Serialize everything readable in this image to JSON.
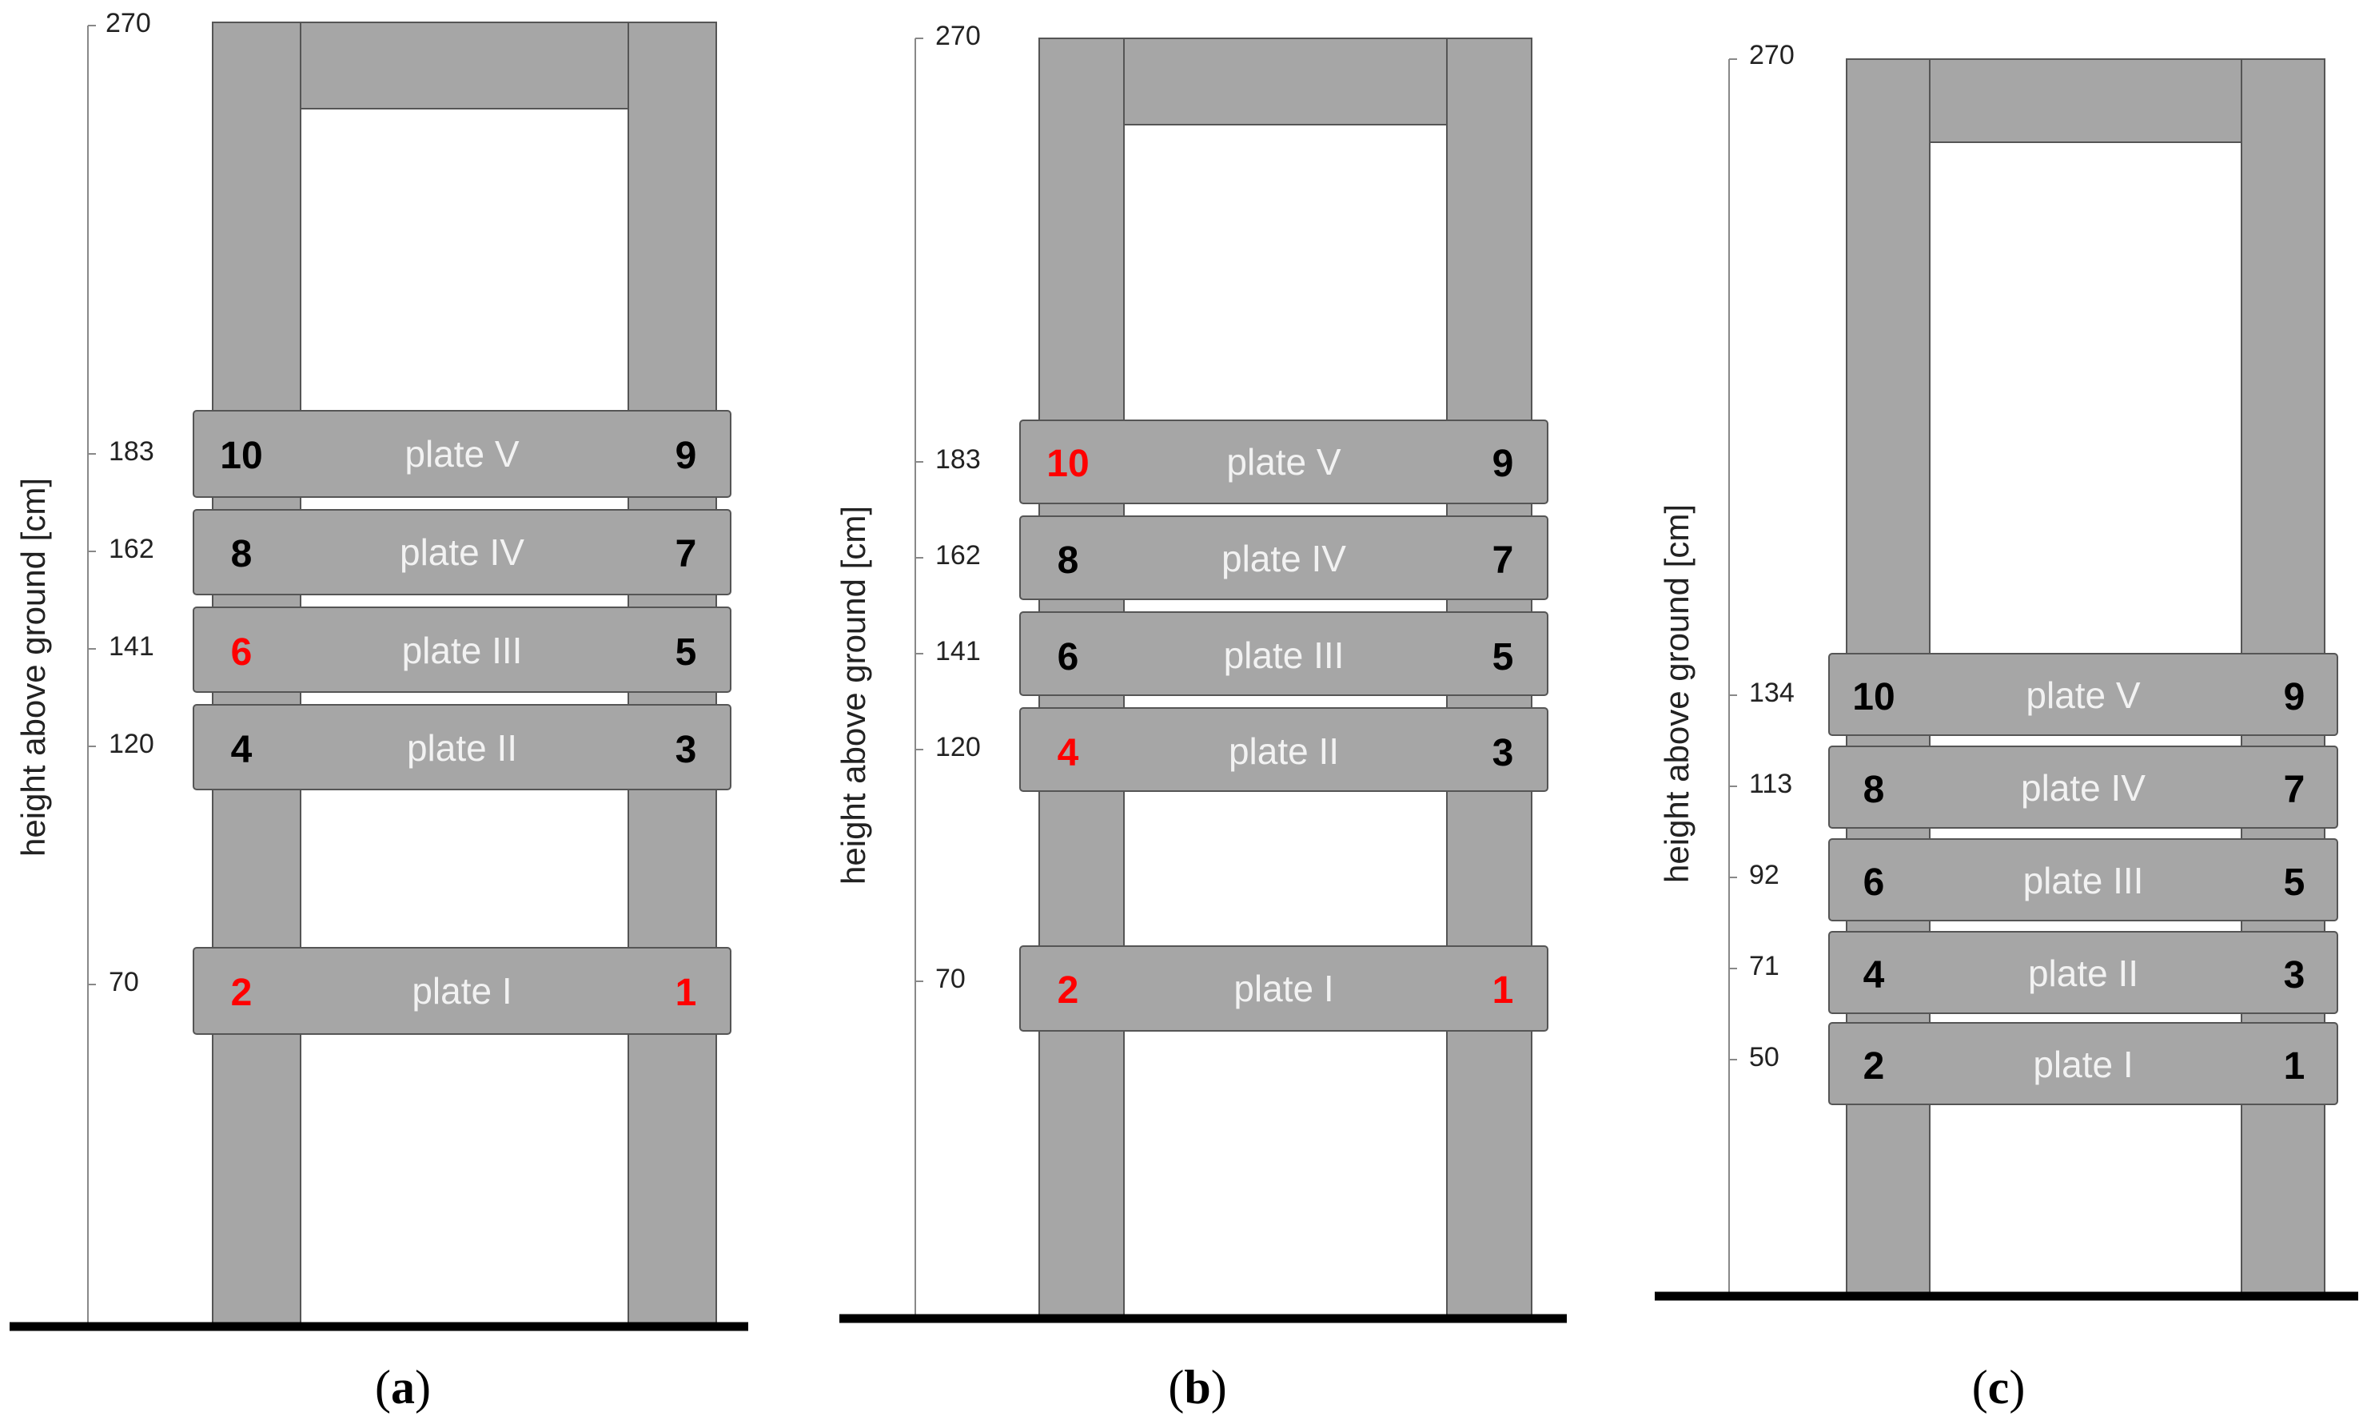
{
  "axis_title": "height above ground [cm]",
  "colors": {
    "structure": "#a6a6a6",
    "structure_edge": "#555555",
    "plate_text": "#f2f2f2",
    "sensor_default": "#000000",
    "sensor_highlight": "#ff0000",
    "ground": "#000000"
  },
  "panels": [
    {
      "id": "a",
      "caption_open": "(",
      "caption_letter": "a",
      "caption_close": ")",
      "top_tick": "270",
      "plates": [
        {
          "name": "plate V",
          "height": "183",
          "left_sensor": "10",
          "right_sensor": "9",
          "left_red": false,
          "right_red": false
        },
        {
          "name": "plate IV",
          "height": "162",
          "left_sensor": "8",
          "right_sensor": "7",
          "left_red": false,
          "right_red": false
        },
        {
          "name": "plate III",
          "height": "141",
          "left_sensor": "6",
          "right_sensor": "5",
          "left_red": true,
          "right_red": false
        },
        {
          "name": "plate II",
          "height": "120",
          "left_sensor": "4",
          "right_sensor": "3",
          "left_red": false,
          "right_red": false
        },
        {
          "name": "plate I",
          "height": "70",
          "left_sensor": "2",
          "right_sensor": "1",
          "left_red": true,
          "right_red": true
        }
      ]
    },
    {
      "id": "b",
      "caption_open": "(",
      "caption_letter": "b",
      "caption_close": ")",
      "top_tick": "270",
      "plates": [
        {
          "name": "plate V",
          "height": "183",
          "left_sensor": "10",
          "right_sensor": "9",
          "left_red": true,
          "right_red": false
        },
        {
          "name": "plate IV",
          "height": "162",
          "left_sensor": "8",
          "right_sensor": "7",
          "left_red": false,
          "right_red": false
        },
        {
          "name": "plate III",
          "height": "141",
          "left_sensor": "6",
          "right_sensor": "5",
          "left_red": false,
          "right_red": false
        },
        {
          "name": "plate II",
          "height": "120",
          "left_sensor": "4",
          "right_sensor": "3",
          "left_red": true,
          "right_red": false
        },
        {
          "name": "plate I",
          "height": "70",
          "left_sensor": "2",
          "right_sensor": "1",
          "left_red": true,
          "right_red": true
        }
      ]
    },
    {
      "id": "c",
      "caption_open": "(",
      "caption_letter": "c",
      "caption_close": ")",
      "top_tick": "270",
      "plates": [
        {
          "name": "plate V",
          "height": "134",
          "left_sensor": "10",
          "right_sensor": "9",
          "left_red": false,
          "right_red": false
        },
        {
          "name": "plate IV",
          "height": "113",
          "left_sensor": "8",
          "right_sensor": "7",
          "left_red": false,
          "right_red": false
        },
        {
          "name": "plate III",
          "height": "92",
          "left_sensor": "6",
          "right_sensor": "5",
          "left_red": false,
          "right_red": false
        },
        {
          "name": "plate II",
          "height": "71",
          "left_sensor": "4",
          "right_sensor": "3",
          "left_red": false,
          "right_red": false
        },
        {
          "name": "plate I",
          "height": "50",
          "left_sensor": "2",
          "right_sensor": "1",
          "left_red": false,
          "right_red": false
        }
      ]
    }
  ]
}
